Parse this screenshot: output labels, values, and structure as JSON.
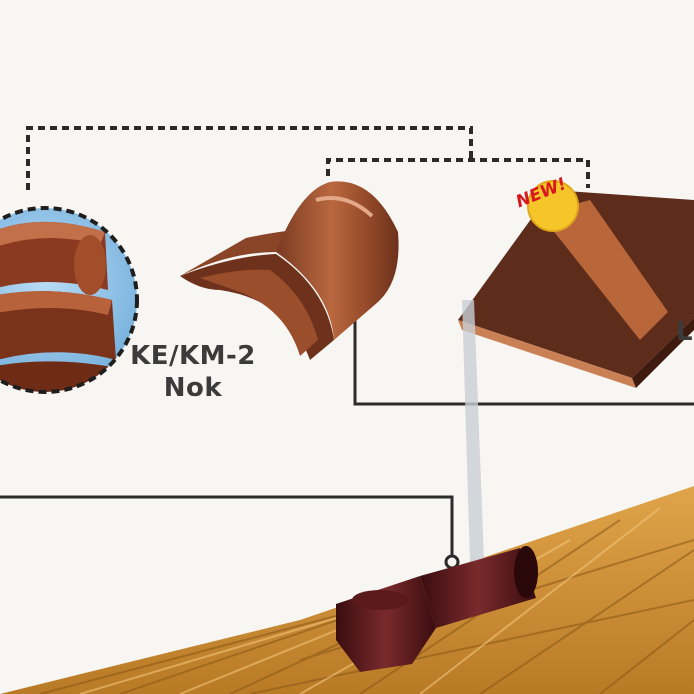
{
  "labels": {
    "nok_code": "KE/KM-2",
    "nok_name": "Nok",
    "right_partial": "L"
  },
  "badge": {
    "text": "NEW!"
  },
  "colors": {
    "background": "#f7f6f3",
    "roof_tile": "#c78a33",
    "ridge_tile": "#8a4428",
    "new_tile_dark": "#5d2c1b",
    "new_tile_stripe": "#b9673a",
    "vent_pipe": "#4a1416",
    "detail_circle_bg": "#8fc1e6",
    "badge_yellow": "#f5c52a",
    "badge_text": "#d8171c",
    "connector_line": "#2b2b2b"
  },
  "icons": {
    "ridge_tile": "ridge-tile-icon",
    "new_tile": "flat-tile-icon",
    "vent_pipe": "vent-pipe-icon",
    "detail_view": "magnifier-detail-icon"
  }
}
